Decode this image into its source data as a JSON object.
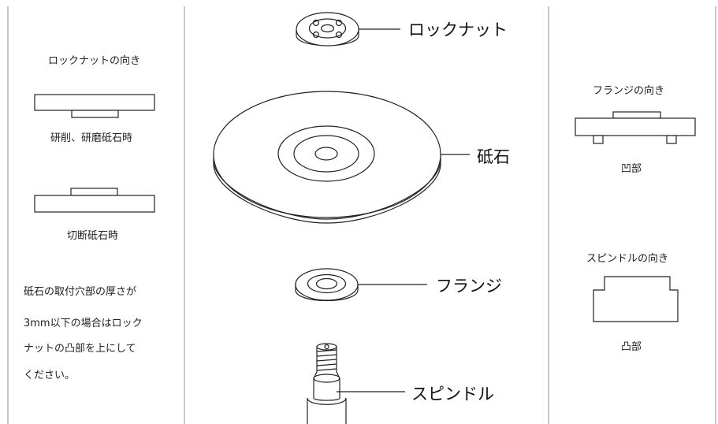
{
  "left_panel": {
    "title": "ロックナットの向き",
    "grinding_caption": "研削、研磨砥石時",
    "cutting_caption": "切断砥石時",
    "note_lines": [
      "砥石の取付穴部の厚さが",
      "3mm以下の場合はロック",
      "ナットの凸部を上にして",
      "ください。"
    ]
  },
  "center": {
    "locknut_label": "ロックナット",
    "wheel_label": "砥石",
    "flange_label": "フランジ",
    "spindle_label": "スピンドル"
  },
  "right_panel": {
    "flange_title": "フランジの向き",
    "flange_caption": "凹部",
    "spindle_title": "スピンドルの向き",
    "spindle_caption": "凸部"
  }
}
